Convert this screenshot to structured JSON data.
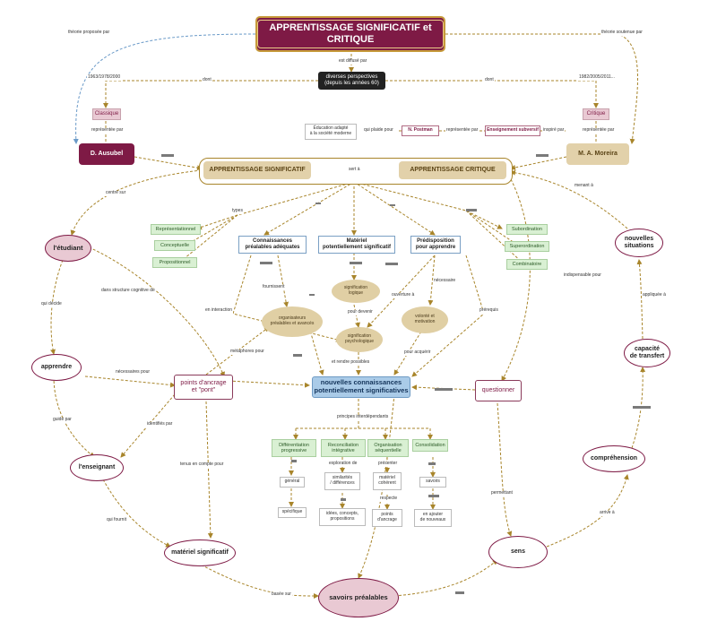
{
  "title": "APPRENTISSAGE SIGNIFICATIF et CRITIQUE",
  "nodes": {
    "perspectives": "diverses perspectives\n(depuis les années 60)",
    "classique": "Classique",
    "critique": "Critique",
    "ausubel": "D. Ausubel",
    "moreira": "M. A. Moreira",
    "education_adaptee": "Éducation adapté\nà la société moderne",
    "postman": "N. Postman",
    "enseignement_subversif": "Enseignement subversif",
    "app_significatif": "APPRENTISSAGE SIGNIFICATIF",
    "app_critique": "APPRENTISSAGE CRITIQUE",
    "representationnel": "Représentationnel",
    "conceptuelle": "Conceptuelle",
    "propositionnel": "Propositionnel",
    "subordination": "Subordination",
    "superordination": "Superordination",
    "combinatoire": "Combinatoire",
    "connaissances": "Connaissances\npréalables adéquates",
    "materiel_pot": "Matériel\npotentiellement significatif",
    "predisposition": "Prédisposition\npour apprendre",
    "signification_logique": "signification\nlogique",
    "organisateurs": "organisateurs\npréalables et avancés",
    "volonte": "volonté et\nmotivation",
    "signification_psycho": "signification\npsychologique",
    "nouvelles_connaissances": "nouvelles connaissances\npotentiellement significatives",
    "points_ancrage_main": "points d'ancrage\net \"pont\"",
    "questionner": "questionner",
    "diff_progressive": "Différentiation\nprogressive",
    "reconciliation": "Reconciliation\nintégrative",
    "organisation_seq": "Organisation\nséquentielle",
    "consolidation": "Consolidation",
    "general": "général",
    "specifique": "spécifique",
    "similarites": "similarités\n/ différences",
    "idees": "idées, concepts,\npropositions",
    "materiel_coherent": "matériel\ncohérent",
    "points_ancrage_small": "points\nd'ancrage",
    "savoirs": "savoirs",
    "en_ajouter": "en ajouter\nde nouveaux",
    "etudiant": "l'étudiant",
    "apprendre": "apprendre",
    "enseignant": "l'enseignant",
    "materiel_significatif": "matériel significatif",
    "savoirs_prealables": "savoirs préalables",
    "sens": "sens",
    "comprehension": "compréhension",
    "capacite": "capacité\nde transfert",
    "nouvelles_situations": "nouvelles\nsituations"
  },
  "labels": {
    "theorie_proposee": "théorie proposée par",
    "theorie_soutenue": "théorie soutenue par",
    "est_diffuse": "est diffusé par",
    "annees_left": "1963/1978/2000",
    "annees_right": "1982/2005/2011...",
    "dont_left": "dont",
    "dont_right": "dont",
    "represente_par_left": "représentée par",
    "represente_par_right": "représentée par",
    "qui_plaide": "qui plaide pour",
    "represente_par_mid": "représentée par",
    "inspire_par": "inspiré par",
    "sert_a": "sert à",
    "types": "types",
    "centre_sur": "centré sur",
    "menant_a": "menant à",
    "fournissent": "fournissent",
    "ouverture": "ouverture à",
    "en_interaction": "en interaction",
    "necessaire": "nécessaire",
    "pour_devenir": "pour devenir",
    "prerequis": "prérequis",
    "metaphores": "métaphores pour",
    "et_rendre": "et rendre possibles",
    "pour_acquerir": "pour acquérir",
    "dans_structure": "dans structure cognitive de",
    "qui_decide": "qui décide",
    "necessaires_pour": "nécessaires pour",
    "identifies_par": "identifiés par",
    "guide_par": "guidé par",
    "pris_en_compte": "tenus en compte pour",
    "qui_fournit": "qui fournit",
    "basee_sur": "basée sur",
    "indispensable": "indispensable pour",
    "permettant": "permettant",
    "appliquee_a": "appliquée à",
    "arrive_a": "arrive à",
    "principes": "principes interdépendants",
    "exploration": "exploration de",
    "presenter": "présenter",
    "respecte": "respecte"
  },
  "colors": {
    "maroon": "#7e1a45",
    "gold": "#c69a3a",
    "tan": "#e2d1aa",
    "green": "#d9f0d3",
    "blue": "#aacbe8",
    "pink": "#e9c9d3",
    "edge": "#a8852b"
  }
}
